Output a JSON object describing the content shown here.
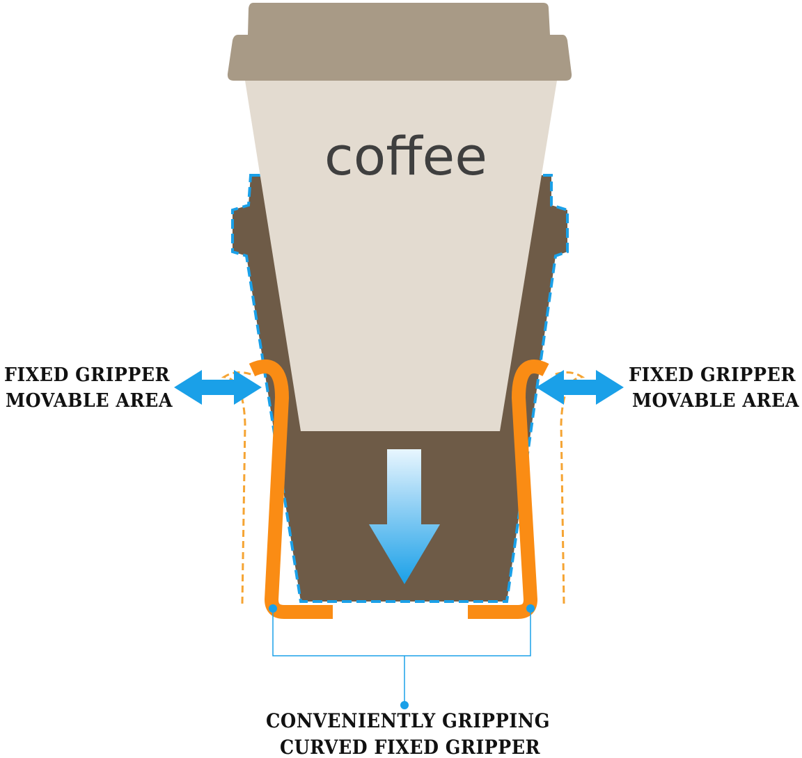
{
  "cup": {
    "word": "coffee"
  },
  "labels": {
    "left": {
      "line1": "FIXED GRIPPER",
      "line2": "MOVABLE AREA"
    },
    "right": {
      "line1": "FIXED GRIPPER",
      "line2": "MOVABLE AREA"
    },
    "bottom": {
      "line1": "CONVENIENTLY GRIPPING",
      "line2": "CURVED FIXED GRIPPER"
    }
  },
  "colors": {
    "lid": "#A89A86",
    "cup": "#E3DBD0",
    "holder": "#6E5B47",
    "gripper": "#FA8C14",
    "accent_blue": "#1AA0E8",
    "text": "#111111"
  },
  "icons": {
    "left_arrow": "double-arrow-horizontal",
    "right_arrow": "double-arrow-horizontal",
    "down_arrow": "arrow-down"
  }
}
